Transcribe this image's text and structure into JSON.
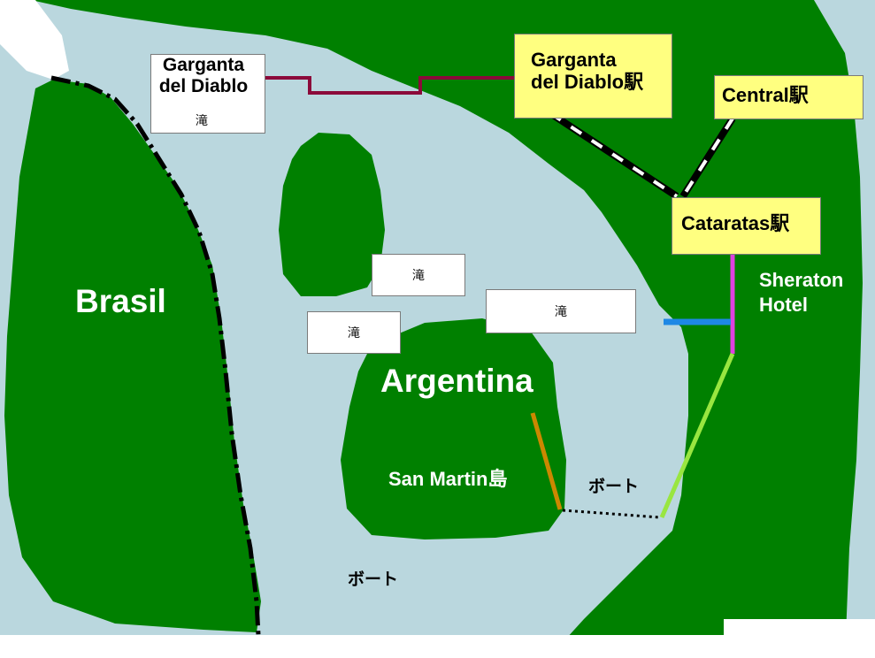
{
  "colors": {
    "water": "#bad7de",
    "land": "#008000",
    "label_box": "#ffff80",
    "bridge_maroon": "#8b0a3a",
    "trail_magenta": "#e040e0",
    "trail_blue": "#1e88e5",
    "trail_lime": "#99e640",
    "trail_orange": "#cc8800"
  },
  "map": {
    "region_brasil": "Brasil",
    "region_argentina": "Argentina",
    "island_san_martin": "San Martin島",
    "hotel": [
      "Sheraton",
      "Hotel"
    ],
    "boat_east": "ボート",
    "boat_south": "ボート"
  },
  "falls_labels": {
    "garganta_title": [
      "Garganta",
      "del Diablo"
    ],
    "garganta_suffix": "滝",
    "fall_a": "滝",
    "fall_b": "滝",
    "fall_c": "滝"
  },
  "stations": {
    "garganta": [
      "Garganta",
      "del Diablo駅"
    ],
    "central": "Central駅",
    "cataratas": "Cataratas駅"
  }
}
